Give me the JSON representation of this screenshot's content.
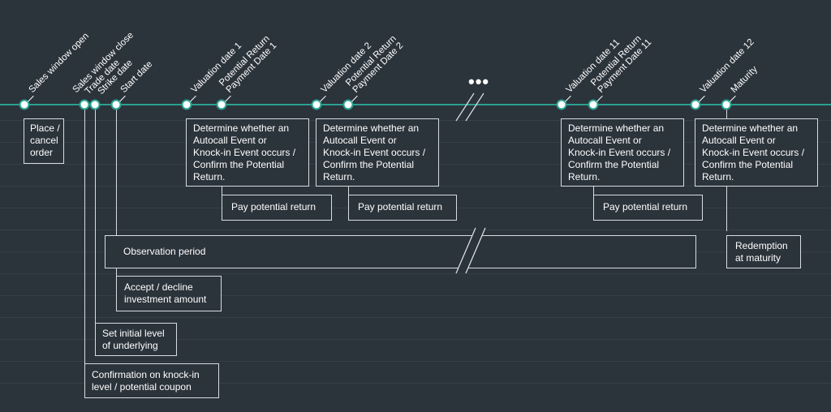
{
  "milestones": {
    "sales_window_open": "Sales window open",
    "sales_window_close": "Sales window close",
    "trade_date": "Trade date",
    "strike_date": "Strike date",
    "start_date": "Start date",
    "valuation_date_1": "Valuation date 1",
    "payment_date_1": "Potential Return\nPayment Date 1",
    "valuation_date_2": "Valuation date 2",
    "payment_date_2": "Potential Return\nPayment Date 2",
    "valuation_date_11": "Valuation date 11",
    "payment_date_11": "Potential Return\nPayment Date 11",
    "valuation_date_12": "Valuation date 12",
    "maturity": "Maturity"
  },
  "ellipsis": "•••",
  "boxes": {
    "place_cancel_order": "Place /\ncancel\norder",
    "determine_event": "Determine whether an\nAutocall Event or\nKnock-in Event occurs /\nConfirm the Potential\nReturn.",
    "pay_potential_return": "Pay potential return",
    "observation_period": "Observation period",
    "redemption_at_maturity": "Redemption\nat maturity",
    "accept_decline": "Accept / decline\ninvestment amount",
    "set_initial_level": "Set initial level\nof underlying",
    "confirmation_knock_in": "Confirmation on knock-in\nlevel / potential coupon"
  },
  "colors": {
    "background": "#2b333b",
    "timeline": "#2aa08f",
    "text": "#ffffff",
    "border": "#d8dde2"
  }
}
